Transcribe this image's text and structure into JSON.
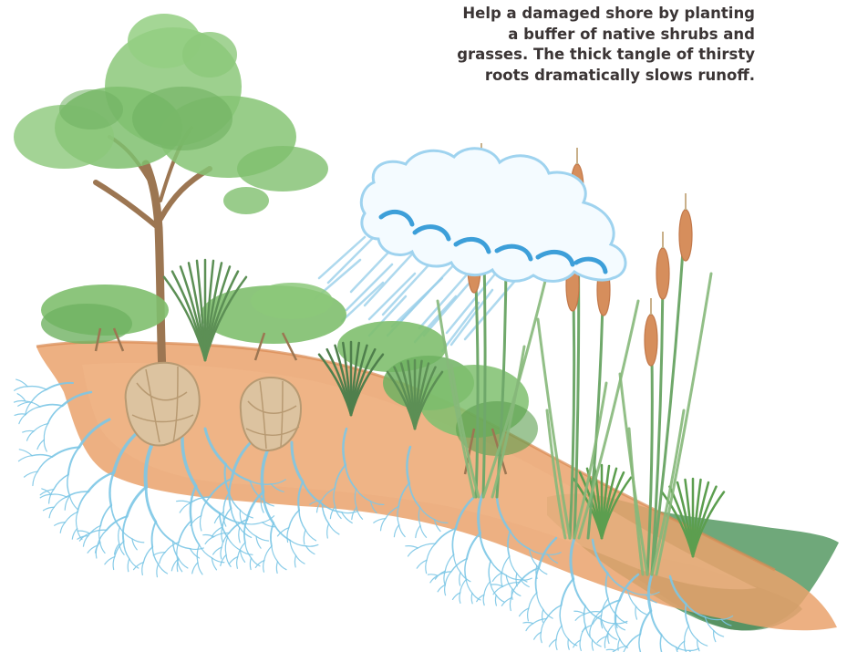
{
  "caption": {
    "lines": [
      "Help a damaged shore by planting",
      "a buffer of native shrubs and",
      "grasses. The thick tangle of thirsty",
      "roots dramatically slows runoff."
    ]
  },
  "colors": {
    "soil": "#e8a06a",
    "soil_dark": "#d98a52",
    "water": "#5f9e6b",
    "foliage": "#7fbf6e",
    "foliage_dark": "#5c9e4f",
    "trunk": "#9c7652",
    "root_ball": "#dcc3a0",
    "roots": "#7cc6e6",
    "cloud": "#3d9fd9",
    "rain": "#9bd0ea",
    "cattail_head": "#d68e5c",
    "reed": "#6fa86a",
    "text": "#3b3535"
  },
  "icons": [
    "tree-icon",
    "shrub-icon",
    "root-ball-icon",
    "cattail-icon",
    "rain-cloud-icon",
    "roots-icon"
  ]
}
